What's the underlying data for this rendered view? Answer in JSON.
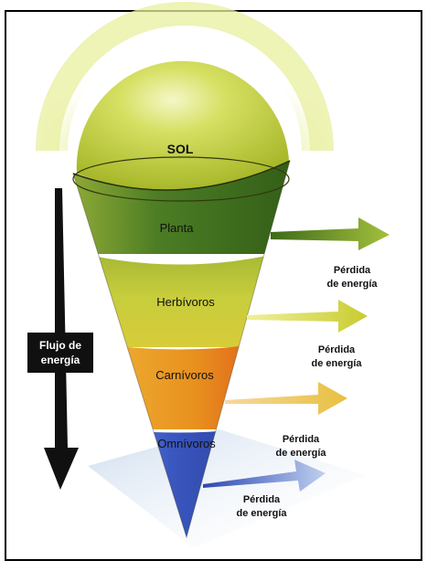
{
  "sun": {
    "label": "SOL"
  },
  "levels": [
    {
      "label": "Planta",
      "color": "#4a7a22"
    },
    {
      "label": "Herbívoros",
      "color": "#b9c236"
    },
    {
      "label": "Carnívoros",
      "color": "#e6871e"
    },
    {
      "label": "Omnívoros",
      "color": "#3d5ec2"
    }
  ],
  "energy_loss": [
    {
      "line1": "Pérdida",
      "line2": "de energía",
      "arrow_color": "#8fae2e"
    },
    {
      "line1": "Pérdida",
      "line2": "de energía",
      "arrow_color": "#c9cc38"
    },
    {
      "line1": "Pérdida",
      "line2": "de energía",
      "arrow_color": "#e5b93c"
    },
    {
      "line1": "Pérdida",
      "line2": "de energía",
      "arrow_color": "#5a78c8"
    }
  ],
  "energy_flow": {
    "line1": "Flujo de",
    "line2": "energía"
  },
  "colors": {
    "sun": "#c8d84a",
    "sun_glow": "#e9ef9a",
    "frame": "#000000",
    "flow_arrow": "#101010"
  }
}
